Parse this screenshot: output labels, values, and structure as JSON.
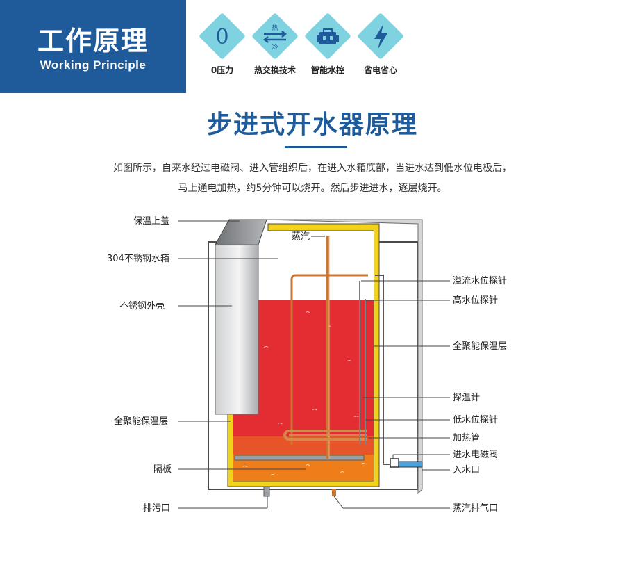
{
  "header": {
    "title": "工作原理",
    "subtitle": "Working Principle"
  },
  "features": [
    {
      "label": "0压力",
      "icon": "zero-pressure-icon"
    },
    {
      "label": "热交换技术",
      "icon": "heat-exchange-icon",
      "icon_top": "热",
      "icon_bottom": "冷"
    },
    {
      "label": "智能水控",
      "icon": "smart-water-control-icon"
    },
    {
      "label": "省电省心",
      "icon": "power-saving-icon"
    }
  ],
  "zero_glyph": "0",
  "main_title": "步进式开水器原理",
  "description": {
    "line1": "如图所示，自来水经过电磁阀、进入管组织后，在进入水箱底部，当进水达到低水位电极后，",
    "line2": "马上通电加热，约5分钟可以烧开。然后步进进水，逐层烧开。"
  },
  "diagram": {
    "steam_label": "蒸汽",
    "left_labels": [
      "保温上盖",
      "304不锈钢水箱",
      "不锈钢外壳",
      "全聚能保温层",
      "隔板",
      "排污口"
    ],
    "right_labels": [
      "溢流水位探针",
      "高水位探针",
      "全聚能保温层",
      "探温计",
      "低水位探针",
      "加热管",
      "进水电磁阀",
      "入水口",
      "蒸汽排气口"
    ]
  },
  "colors": {
    "brand_blue": "#1f5b9a",
    "diamond": "#7fd3e0",
    "water_red": "#e32d33",
    "water_orange": "#ef7d1a",
    "insulation_yellow": "#f2d21b"
  }
}
